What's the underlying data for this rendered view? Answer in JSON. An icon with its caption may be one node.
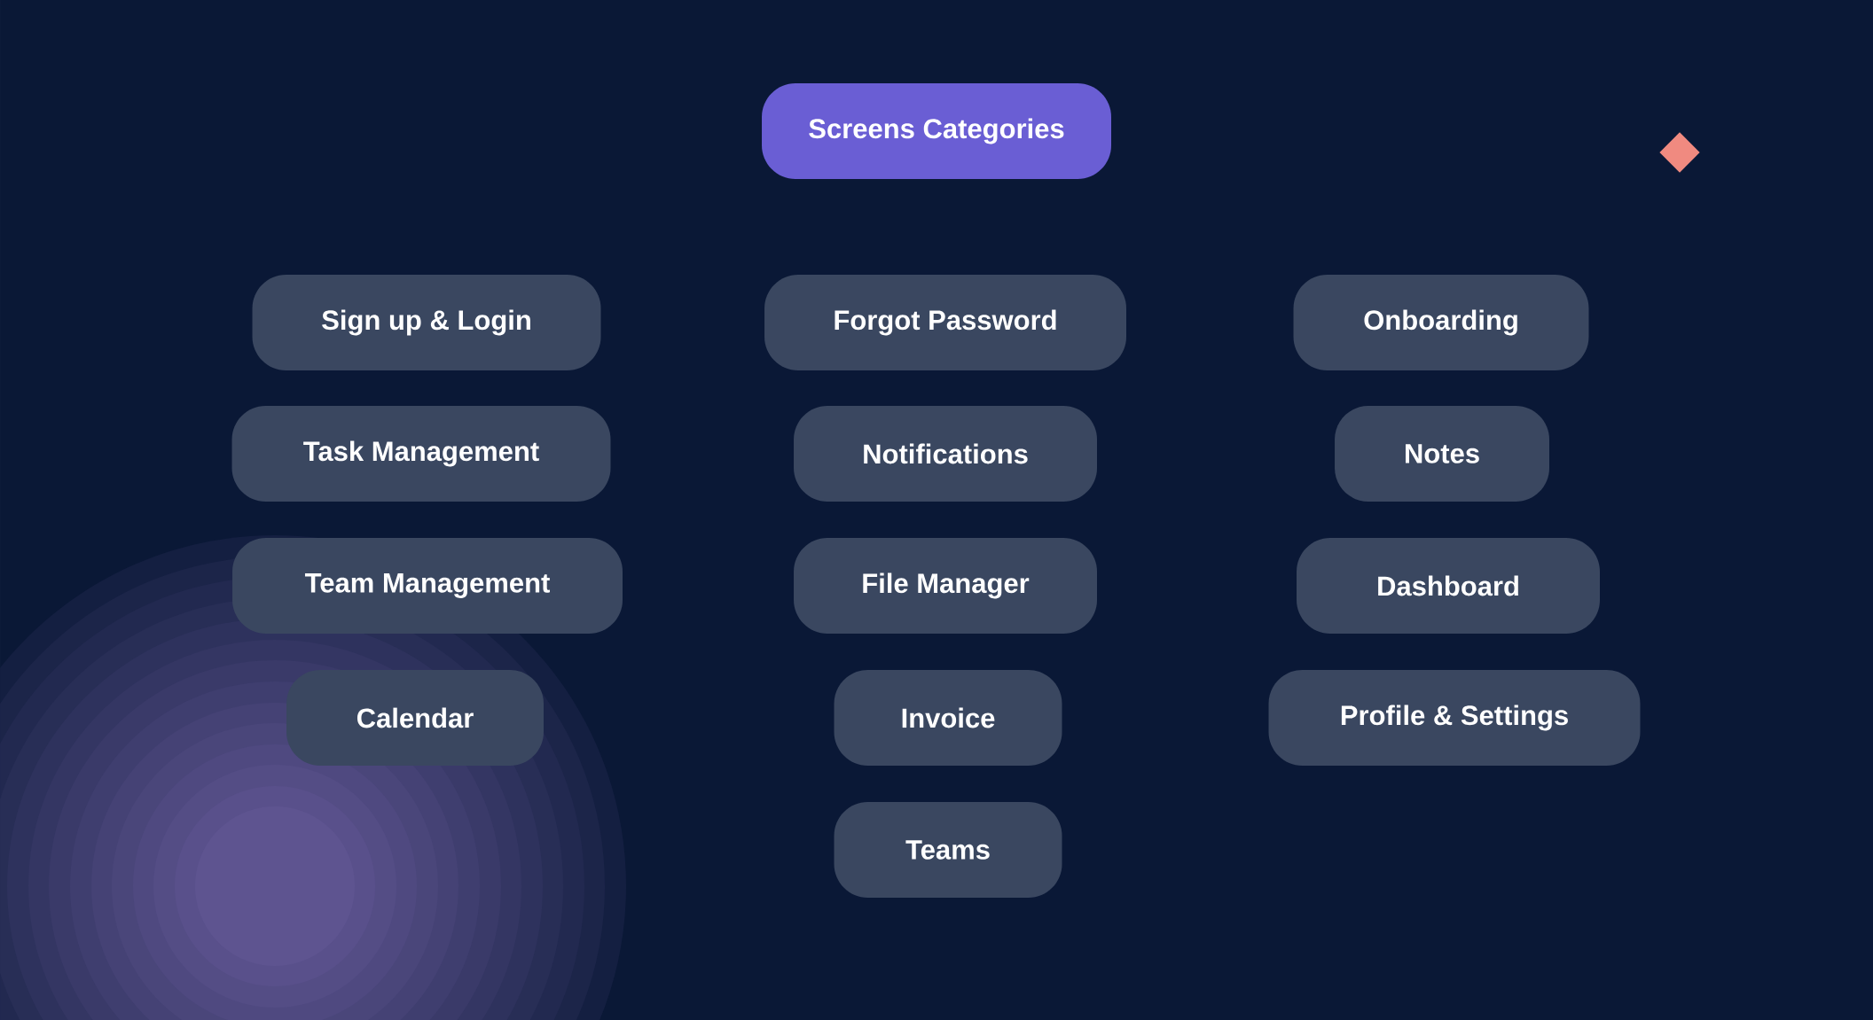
{
  "diagram": {
    "nodes": [
      {
        "text": [
          "Screens Categories"
        ]
      },
      {
        "text": [
          "Sign up & Login"
        ]
      },
      {
        "text": [
          "Forgot Password"
        ]
      },
      {
        "text": [
          "Onboarding"
        ]
      },
      {
        "text": [
          "Task Management"
        ]
      },
      {
        "text": [
          "Notifications"
        ]
      },
      {
        "text": [
          "Notes"
        ]
      },
      {
        "text": [
          "Team Management"
        ]
      },
      {
        "text": [
          "File Manager"
        ]
      },
      {
        "text": [
          "Dashboard"
        ]
      },
      {
        "text": [
          "Calendar"
        ]
      },
      {
        "text": [
          "Invoice"
        ]
      },
      {
        "text": [
          "Profile & Settings"
        ]
      },
      {
        "text": [
          "Teams"
        ]
      }
    ]
  }
}
